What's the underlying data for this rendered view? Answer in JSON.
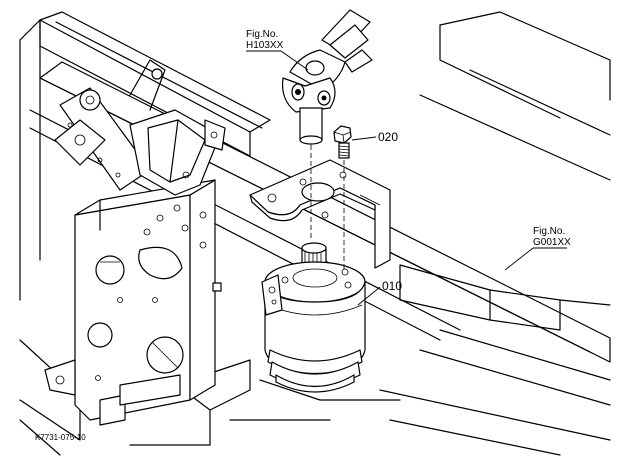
{
  "callouts": {
    "ref_h103": {
      "line1": "Fig.No.",
      "line2": "H103XX"
    },
    "ref_g001": {
      "line1": "Fig.No.",
      "line2": "G001XX"
    },
    "part_020": "020",
    "part_010": "010"
  },
  "drawing_code": "K7731-075-10"
}
